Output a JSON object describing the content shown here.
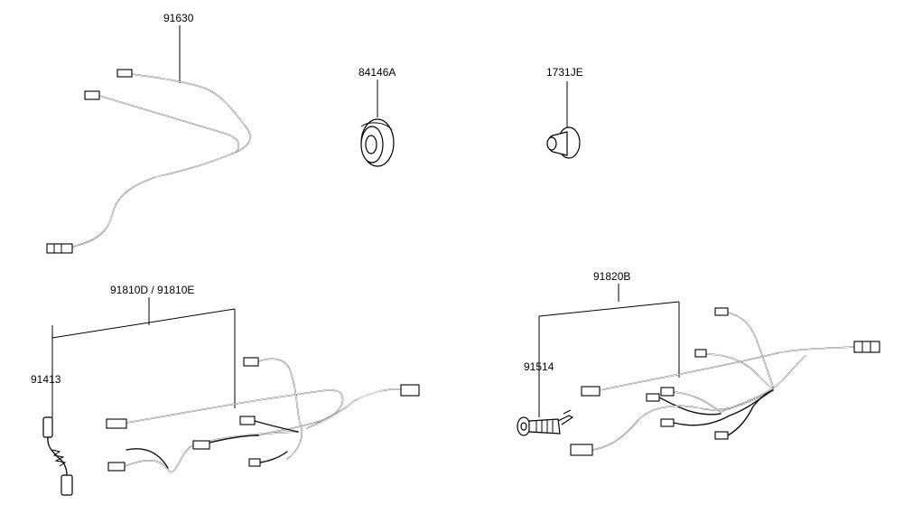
{
  "diagram": {
    "labels": {
      "p91630": "91630",
      "p84146a": "84146A",
      "p1731je": "1731JE",
      "p91810": "91810D / 91810E",
      "p91413": "91413",
      "p91820b": "91820B",
      "p91514": "91514"
    }
  }
}
